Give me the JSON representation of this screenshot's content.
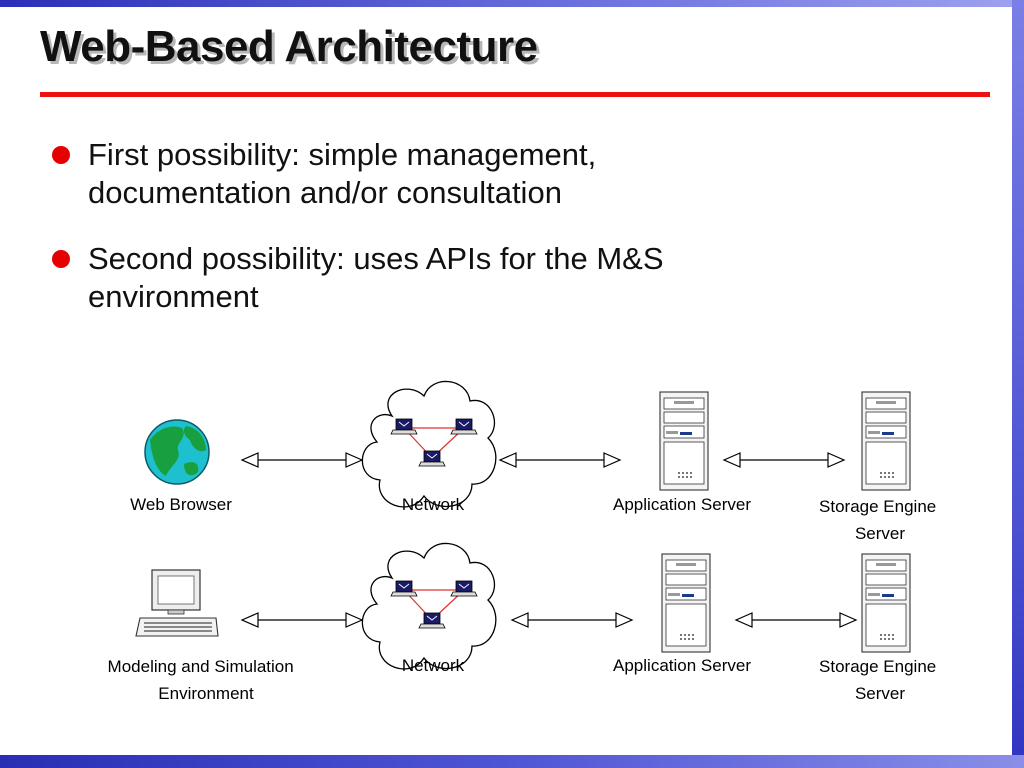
{
  "slide": {
    "title": "Web-Based Architecture",
    "bullets": [
      {
        "lines": [
          "First possibility: simple management,",
          "documentation and/or consultation"
        ]
      },
      {
        "lines": [
          "Second possibility: uses APIs for the M&S",
          "environment"
        ]
      }
    ]
  },
  "diagram": {
    "row1": {
      "client_label": [
        "Web Browser"
      ],
      "network_label": [
        "Network"
      ],
      "app_server_label": [
        "Application Server"
      ],
      "storage_label": [
        "Storage Engine",
        "Server"
      ],
      "client_icon": "globe-icon"
    },
    "row2": {
      "client_label": [
        "Modeling and Simulation",
        "Environment"
      ],
      "network_label": [
        "Network"
      ],
      "app_server_label": [
        "Application Server"
      ],
      "storage_label": [
        "Storage Engine",
        "Server"
      ],
      "client_icon": "desktop-computer-icon"
    }
  },
  "colors": {
    "accent_red": "#ee1111",
    "bullet_red": "#e60000",
    "frame_blue": "#3f44c8",
    "globe_sea": "#1ec0d0",
    "globe_land": "#18a040"
  }
}
